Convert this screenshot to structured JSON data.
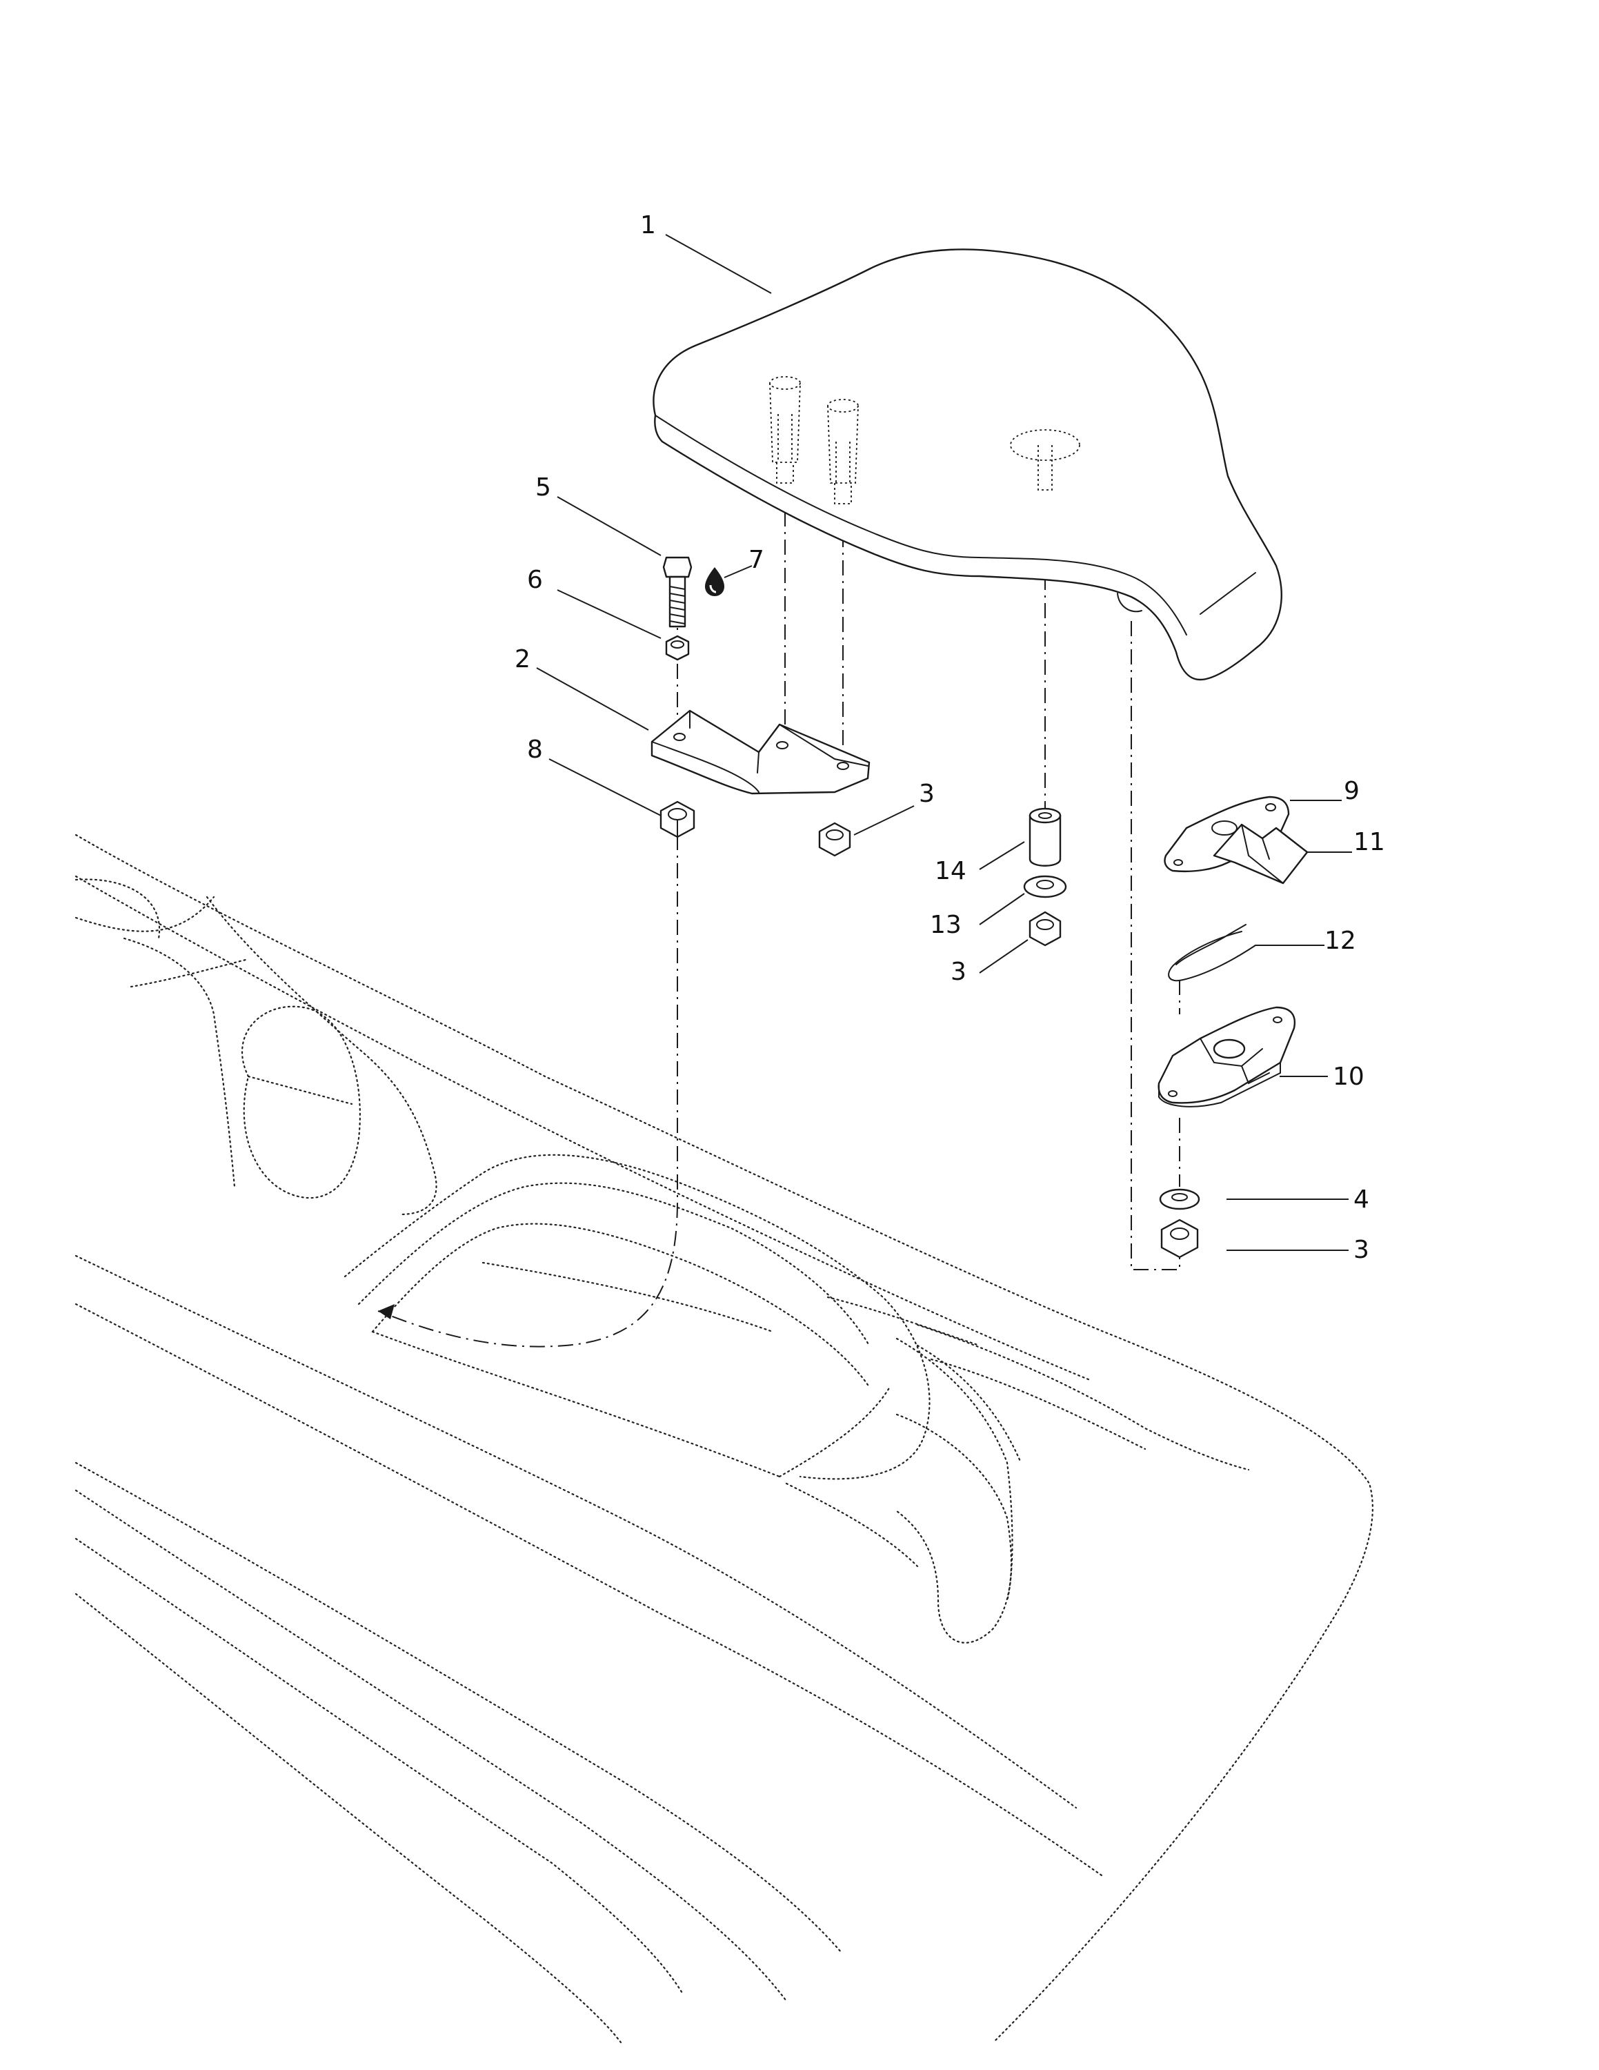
{
  "callouts": {
    "c1": "1",
    "c2": "2",
    "c3a": "3",
    "c3b": "3",
    "c3c": "3",
    "c4": "4",
    "c5": "5",
    "c6": "6",
    "c7": "7",
    "c8": "8",
    "c9": "9",
    "c10": "10",
    "c11": "11",
    "c12": "12",
    "c13": "13",
    "c14": "14"
  },
  "icons": {
    "lubricant": "droplet-icon"
  }
}
